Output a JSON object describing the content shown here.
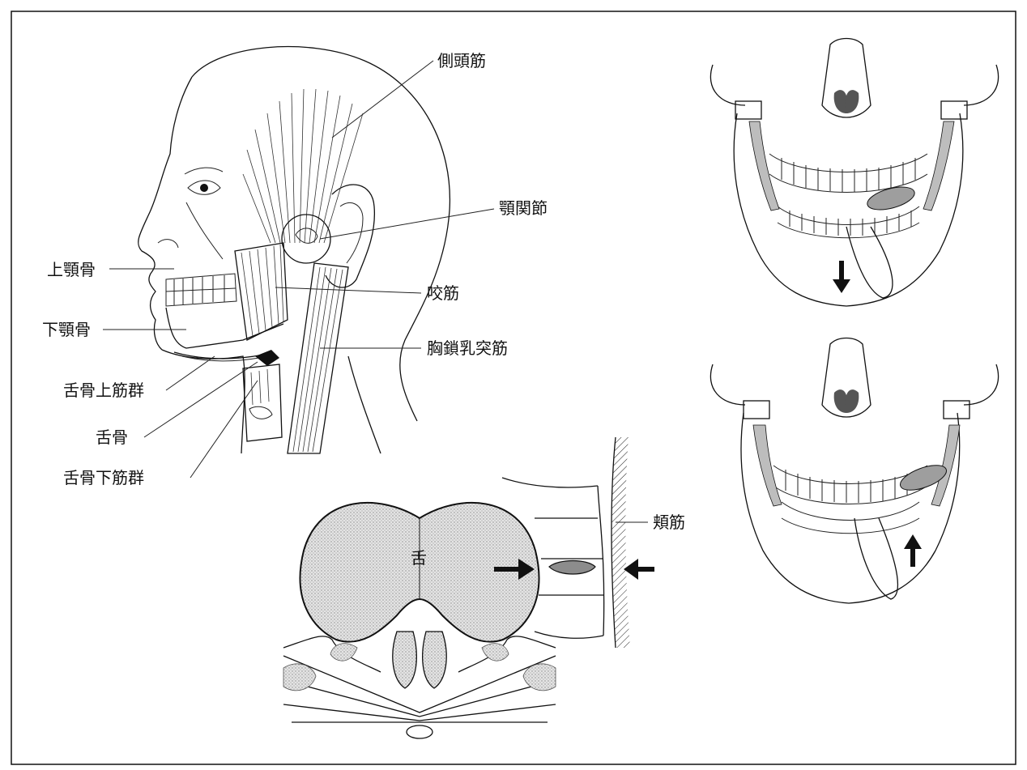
{
  "labels": {
    "temporalis": "側頭筋",
    "tmj": "顎関節",
    "maxilla": "上顎骨",
    "masseter": "咬筋",
    "mandible": "下顎骨",
    "scm": "胸鎖乳突筋",
    "suprahyoid": "舌骨上筋群",
    "hyoid": "舌骨",
    "infrahyoid": "舌骨下筋群",
    "tongue": "舌",
    "buccinator": "頬筋"
  },
  "colors": {
    "ink": "#111111",
    "tone": "#bdbdbd",
    "paper": "#ffffff"
  }
}
